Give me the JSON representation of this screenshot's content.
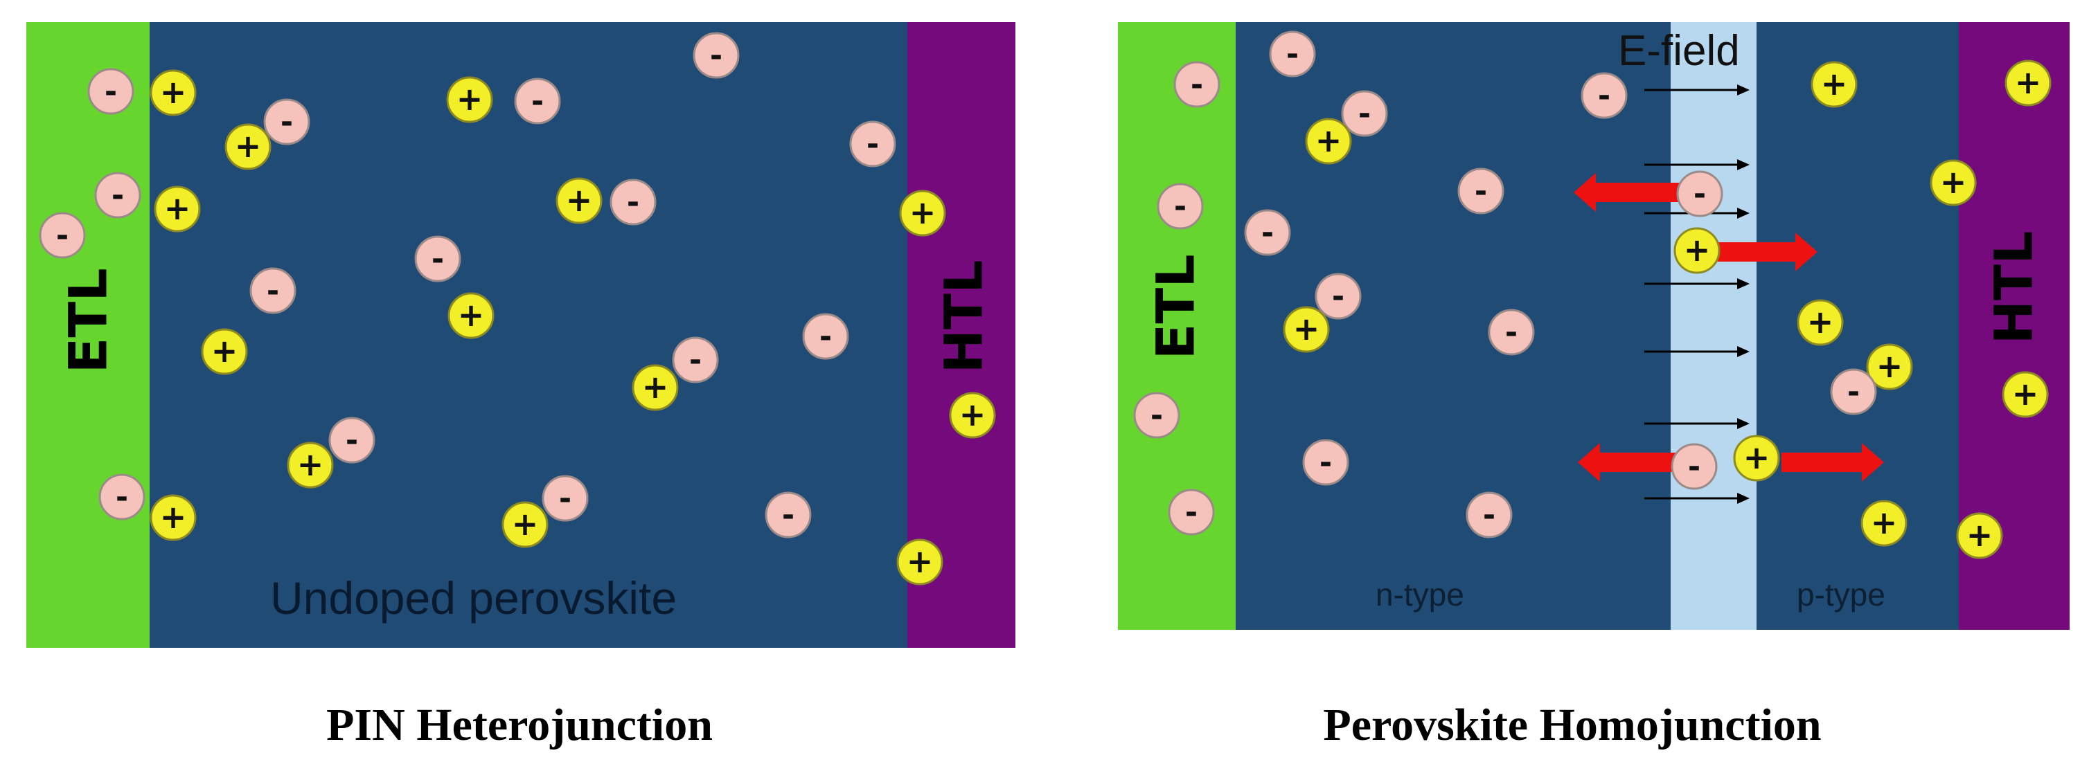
{
  "colors": {
    "etl": "#66d62e",
    "perovskite": "#1f4b75",
    "htl": "#740a7c",
    "depletion": "#b8d8ef",
    "electron_fill": "#f6c2bc",
    "hole_fill": "#f2ee27",
    "arrow_red": "#ee1111",
    "text_dark": "#0a1a2e"
  },
  "symbols": {
    "electron": "-",
    "hole": "+"
  },
  "left_panel": {
    "etl_label": "ETL",
    "htl_label": "HTL",
    "bulk_label": "Undoped perovskite",
    "caption": "PIN Heterojunction"
  },
  "right_panel": {
    "etl_label": "ETL",
    "htl_label": "HTL",
    "field_label": "E-field",
    "n_label": "n-type",
    "p_label": "p-type",
    "caption": "Perovskite Homojunction"
  }
}
